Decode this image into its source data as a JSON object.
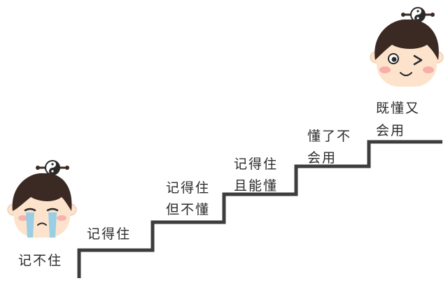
{
  "steps": [
    {
      "label": "记不住"
    },
    {
      "label": "记得住"
    },
    {
      "label_line1": "记得住",
      "label_line2": "但不懂"
    },
    {
      "label_line1": "记得住",
      "label_line2": "且能懂"
    },
    {
      "label_line1": "懂了不",
      "label_line2": "会用"
    },
    {
      "label_line1": "既懂又",
      "label_line2": "会用"
    }
  ],
  "characters": {
    "bottom": {
      "expression": "crying"
    },
    "top": {
      "expression": "winking-smile"
    }
  },
  "colors": {
    "stair": "#3d3d3d",
    "hair": "#3b2a23",
    "skin": "#fde3cc",
    "blush": "#f6a6a6",
    "tears": "#8ecbe8",
    "text": "#2b2b2b"
  }
}
